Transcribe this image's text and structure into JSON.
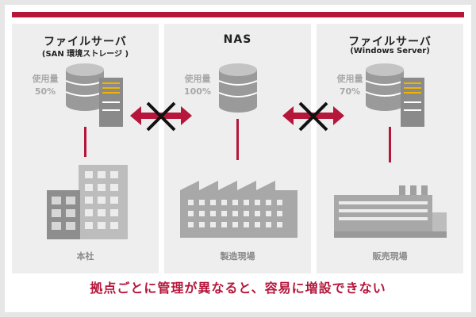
{
  "panels": [
    {
      "title": "ファイルサーバ",
      "subtitle": "(SAN 環境ストレージ )",
      "usage_label": "使用量",
      "usage_value": "50%",
      "site": "本社"
    },
    {
      "title": "NAS",
      "subtitle": "",
      "usage_label": "使用量",
      "usage_value": "100%",
      "site": "製造現場"
    },
    {
      "title": "ファイルサーバ",
      "subtitle": "(Windows Server)",
      "usage_label": "使用量",
      "usage_value": "70%",
      "site": "販売現場"
    }
  ],
  "footer": "拠点ごとに管理が異なると、容易に増設できない",
  "colors": {
    "accent": "#b5163a",
    "panel": "#eeeeee",
    "gray": "#9a9a9a"
  },
  "icons": [
    "database-icon",
    "server-tower-icon",
    "office-building-icon",
    "factory-icon",
    "warehouse-icon",
    "bidirectional-arrow-icon",
    "cross-icon"
  ]
}
